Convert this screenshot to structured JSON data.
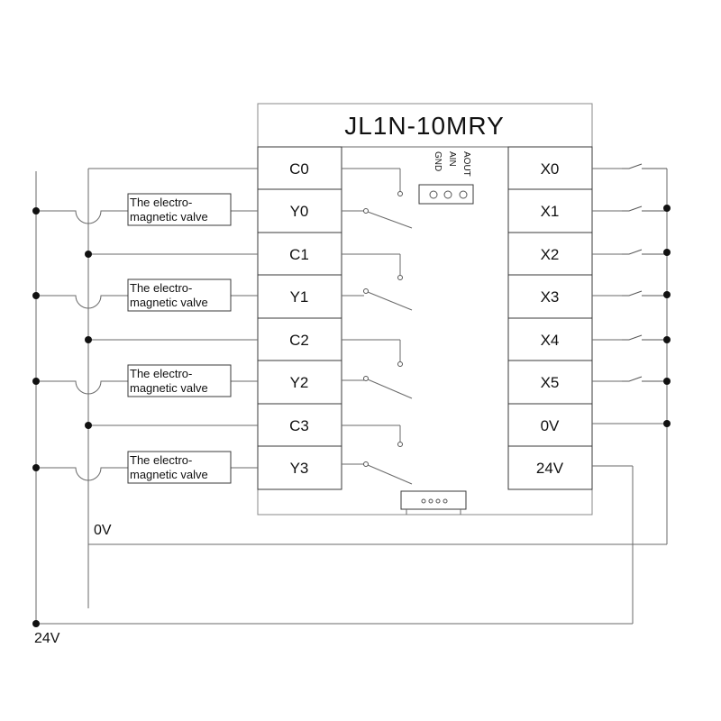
{
  "plc": {
    "model": "JL1N-10MRY",
    "analog_ports": [
      "GND",
      "AIN",
      "AOUT"
    ],
    "output_terminals": [
      "C0",
      "Y0",
      "C1",
      "Y1",
      "C2",
      "Y2",
      "C3",
      "Y3"
    ],
    "input_terminals": [
      "X0",
      "X1",
      "X2",
      "X3",
      "X4",
      "X5",
      "0V",
      "24V"
    ]
  },
  "loads": [
    {
      "line1": "The electro-",
      "line2": "magnetic valve"
    },
    {
      "line1": "The electro-",
      "line2": "magnetic valve"
    },
    {
      "line1": "The electro-",
      "line2": "magnetic valve"
    },
    {
      "line1": "The electro-",
      "line2": "magnetic valve"
    }
  ],
  "rails": {
    "zero_v": "0V",
    "twenty_four_v": "24V"
  }
}
